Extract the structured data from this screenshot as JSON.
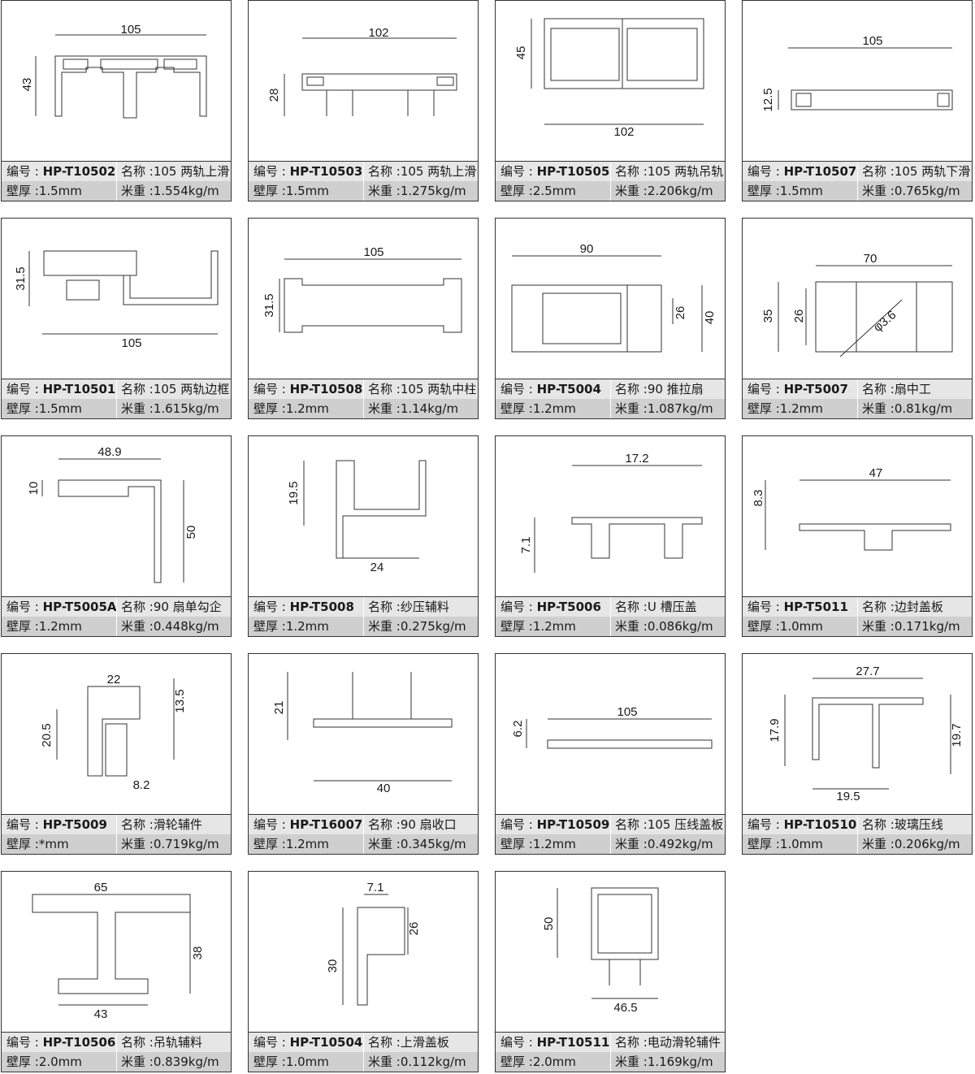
{
  "labels": {
    "code": "编号 : ",
    "name": "名称 :",
    "wall": "壁厚 :",
    "weight": "米重 :"
  },
  "products": [
    {
      "code": "HP-T10502",
      "name": "105 两轨上滑",
      "wall": "1.5mm",
      "weight": "1.554kg/m",
      "dims": [
        "105",
        "43"
      ]
    },
    {
      "code": "HP-T10503",
      "name": "105 两轨上滑",
      "wall": "1.5mm",
      "weight": "1.275kg/m",
      "dims": [
        "102",
        "28"
      ]
    },
    {
      "code": "HP-T10505",
      "name": "105 两轨吊轨",
      "wall": "2.5mm",
      "weight": "2.206kg/m",
      "dims": [
        "45",
        "102"
      ]
    },
    {
      "code": "HP-T10507",
      "name": "105 两轨下滑",
      "wall": "1.5mm",
      "weight": "0.765kg/m",
      "dims": [
        "105",
        "12.5"
      ]
    },
    {
      "code": "HP-T10501",
      "name": "105 两轨边框",
      "wall": "1.5mm",
      "weight": "1.615kg/m",
      "dims": [
        "31.5",
        "105"
      ]
    },
    {
      "code": "HP-T10508",
      "name": "105 两轨中柱",
      "wall": "1.2mm",
      "weight": "1.14kg/m",
      "dims": [
        "105",
        "31.5"
      ]
    },
    {
      "code": "HP-T5004",
      "name": "90 推拉扇",
      "wall": "1.2mm",
      "weight": "1.087kg/m",
      "dims": [
        "90",
        "26",
        "40"
      ]
    },
    {
      "code": "HP-T5007",
      "name": "扇中工",
      "wall": "1.2mm",
      "weight": "0.81kg/m",
      "dims": [
        "70",
        "35",
        "26",
        "φ3.6"
      ]
    },
    {
      "code": "HP-T5005A",
      "name": "90 扇单勾企",
      "wall": "1.2mm",
      "weight": "0.448kg/m",
      "dims": [
        "48.9",
        "10",
        "50"
      ]
    },
    {
      "code": "HP-T5008",
      "name": "纱压辅料",
      "wall": "1.2mm",
      "weight": "0.275kg/m",
      "dims": [
        "19.5",
        "24"
      ]
    },
    {
      "code": "HP-T5006",
      "name": "U 槽压盖",
      "wall": "1.2mm",
      "weight": "0.086kg/m",
      "dims": [
        "17.2",
        "7.1"
      ]
    },
    {
      "code": "HP-T5011",
      "name": "边封盖板",
      "wall": "1.0mm",
      "weight": "0.171kg/m",
      "dims": [
        "47",
        "8.3"
      ]
    },
    {
      "code": "HP-T5009",
      "name": "滑轮辅件",
      "wall": "*mm",
      "weight": "0.719kg/m",
      "dims": [
        "22",
        "20.5",
        "13.5",
        "8.2"
      ]
    },
    {
      "code": "HP-T16007",
      "name": "90 扇收口",
      "wall": "1.2mm",
      "weight": "0.345kg/m",
      "dims": [
        "21",
        "40"
      ]
    },
    {
      "code": "HP-T10509",
      "name": "105 压线盖板",
      "wall": "1.2mm",
      "weight": "0.492kg/m",
      "dims": [
        "105",
        "6.2"
      ]
    },
    {
      "code": "HP-T10510",
      "name": "玻璃压线",
      "wall": "1.0mm",
      "weight": "0.206kg/m",
      "dims": [
        "27.7",
        "17.9",
        "19.7",
        "19.5"
      ]
    },
    {
      "code": "HP-T10506",
      "name": "吊轨辅料",
      "wall": "2.0mm",
      "weight": "0.839kg/m",
      "dims": [
        "65",
        "38",
        "43"
      ]
    },
    {
      "code": "HP-T10504",
      "name": "上滑盖板",
      "wall": "1.0mm",
      "weight": "0.112kg/m",
      "dims": [
        "7.1",
        "26",
        "30"
      ]
    },
    {
      "code": "HP-T10511",
      "name": "电动滑轮辅件",
      "wall": "2.0mm",
      "weight": "1.169kg/m",
      "dims": [
        "50",
        "46.5"
      ]
    }
  ]
}
